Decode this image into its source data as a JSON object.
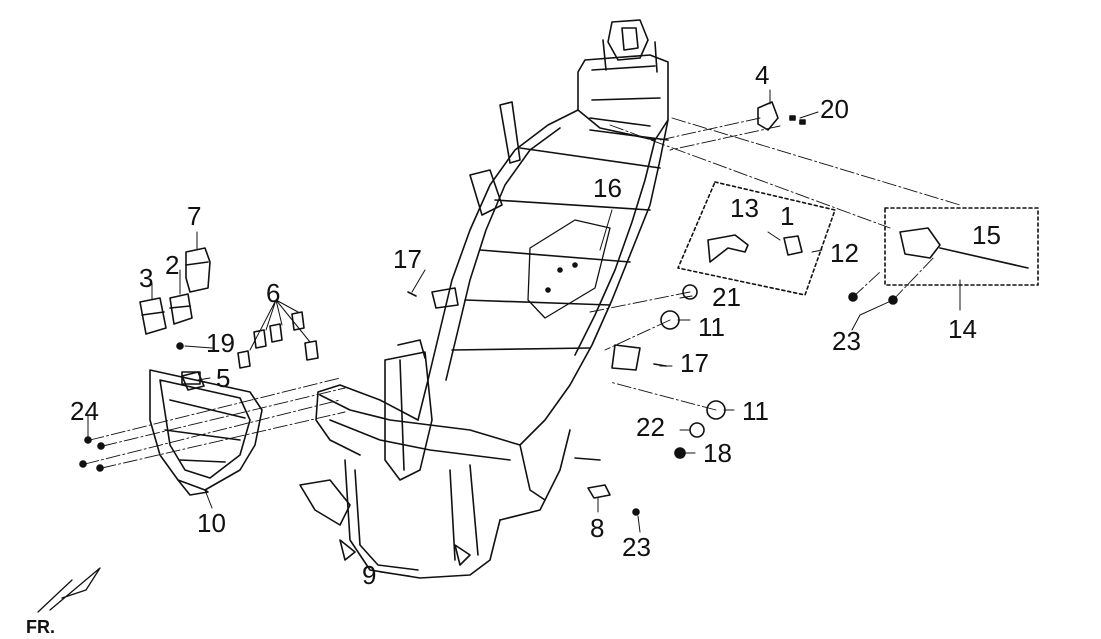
{
  "diagram": {
    "orientation_label": "FR.",
    "callouts": [
      {
        "id": "c4",
        "text": "4"
      },
      {
        "id": "c20",
        "text": "20"
      },
      {
        "id": "c7",
        "text": "7"
      },
      {
        "id": "c2",
        "text": "2"
      },
      {
        "id": "c3",
        "text": "3"
      },
      {
        "id": "c6",
        "text": "6"
      },
      {
        "id": "c19",
        "text": "19"
      },
      {
        "id": "c5",
        "text": "5"
      },
      {
        "id": "c24",
        "text": "24"
      },
      {
        "id": "c10",
        "text": "10"
      },
      {
        "id": "c16",
        "text": "16"
      },
      {
        "id": "c13",
        "text": "13"
      },
      {
        "id": "c1",
        "text": "1"
      },
      {
        "id": "c12",
        "text": "12"
      },
      {
        "id": "c15",
        "text": "15"
      },
      {
        "id": "c14",
        "text": "14"
      },
      {
        "id": "c23a",
        "text": "23"
      },
      {
        "id": "c17a",
        "text": "17"
      },
      {
        "id": "c21",
        "text": "21"
      },
      {
        "id": "c11a",
        "text": "11"
      },
      {
        "id": "c17b",
        "text": "17"
      },
      {
        "id": "c11b",
        "text": "11"
      },
      {
        "id": "c22",
        "text": "22"
      },
      {
        "id": "c18",
        "text": "18"
      },
      {
        "id": "c8",
        "text": "8"
      },
      {
        "id": "c23b",
        "text": "23"
      },
      {
        "id": "c9",
        "text": "9"
      }
    ]
  }
}
